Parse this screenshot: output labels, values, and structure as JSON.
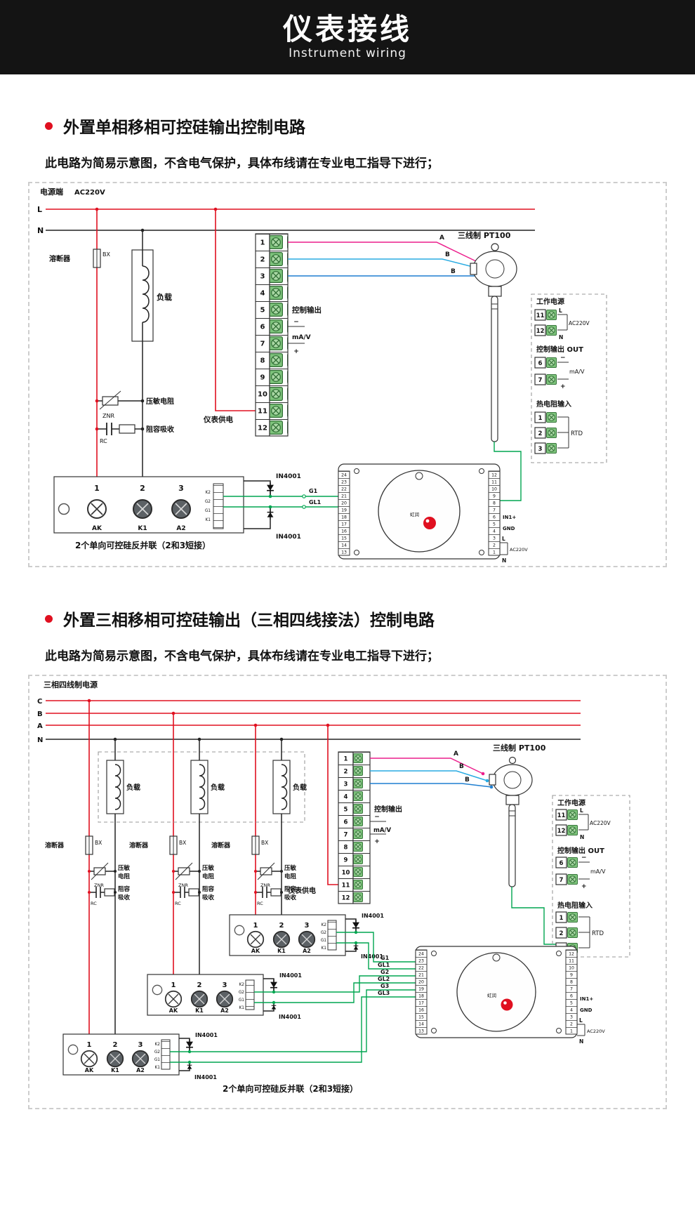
{
  "header": {
    "title": "仪表接线",
    "subtitle": "Instrument wiring"
  },
  "section1": {
    "title": "外置单相移相可控硅输出控制电路",
    "note": "此电路为简易示意图，不含电气保护，具体布线请在专业电工指导下进行；",
    "power_label": "电源端",
    "power_voltage": "AC220V",
    "caption": "2个单向可控硅反并联（2和3短接）"
  },
  "section2": {
    "title": "外置三相移相可控硅输出（三相四线接法）控制电路",
    "note": "此电路为简易示意图，不含电气保护，具体布线请在专业电工指导下进行；",
    "power_label": "三相四线制电源",
    "caption": "2个单向可控硅反并联（2和3短接）"
  },
  "labels": {
    "L": "L",
    "N": "N",
    "A": "A",
    "B": "B",
    "C": "C",
    "fuse": "溶断器",
    "fuse_model": "BX",
    "load": "负载",
    "varistor": "压敏电阻",
    "varistor_l1": "压敏",
    "varistor_l2": "电阻",
    "znr": "ZNR",
    "rc_snubber": "阻容吸收",
    "rc_l1": "阻容",
    "rc_l2": "吸收",
    "rc": "RC",
    "meter_supply": "仪表供电",
    "control_output": "控制输出",
    "mav": "mA/V",
    "minus": "−",
    "plus": "+",
    "pt100": "三线制 PT100",
    "in4001": "IN4001",
    "ac220v": "AC220V",
    "g1": "G1",
    "gl1": "GL1",
    "g2": "G2",
    "gl2": "GL2",
    "g3": "G3",
    "gl3": "GL3",
    "in1": "IN1+",
    "gnd": "GND",
    "brand": "虹润"
  },
  "scr": {
    "t1": "1",
    "t2": "2",
    "t3": "3",
    "ak": "AK",
    "k1": "K1",
    "a2": "A2",
    "gate_labels": [
      "K2",
      "G2",
      "G1",
      "K1"
    ]
  },
  "terminal_block": {
    "numbers": [
      "1",
      "2",
      "3",
      "4",
      "5",
      "6",
      "7",
      "8",
      "9",
      "10",
      "11",
      "12"
    ]
  },
  "meter": {
    "left_numbers": [
      "24",
      "23",
      "22",
      "21",
      "20",
      "19",
      "18",
      "17",
      "16",
      "15",
      "14",
      "13"
    ],
    "right_numbers": [
      "12",
      "11",
      "10",
      "9",
      "8",
      "7",
      "6",
      "5",
      "4",
      "3",
      "2",
      "1"
    ]
  },
  "legend": {
    "power_title": "工作电源",
    "t11": "11",
    "t12": "12",
    "out_title": "控制输出 OUT",
    "t6": "6",
    "t7": "7",
    "rtd_title": "热电阻输入",
    "t1": "1",
    "t2": "2",
    "t3": "3",
    "rtd": "RTD"
  },
  "colors": {
    "wire_red": "#e01020",
    "wire_green": "#00a650",
    "wire_magenta": "#ec1e8c",
    "wire_cyan": "#29abe2",
    "screw_green": "#7dc37b",
    "header_bg": "#141414"
  }
}
